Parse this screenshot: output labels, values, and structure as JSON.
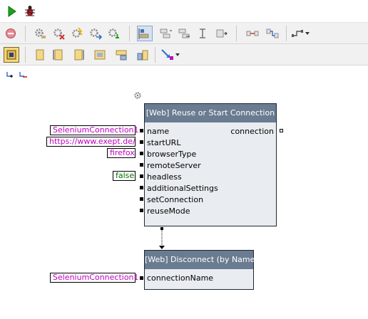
{
  "colors": {
    "block_title_bg": "#6a7c91",
    "block_body_bg": "#e9edf1",
    "string_value": "#c000c0",
    "boolean_value": "#007000"
  },
  "toolbar": {
    "row1": [
      "run-icon",
      "debug-icon"
    ],
    "row2": [
      "remove-icon",
      "gear-icon",
      "gear-delete-icon",
      "gear-run-icon",
      "gear-step-in-icon",
      "gear-step-over-icon",
      "align-left-icon",
      "align-center-icon",
      "align-right-icon",
      "align-top-icon",
      "align-bottom-icon",
      "distribute-h-icon",
      "distribute-v-icon",
      "connector-dropdown-icon"
    ],
    "row3": [
      "new-step-icon",
      "layout-1-icon",
      "layout-2-icon",
      "layout-3-icon",
      "layout-4-icon",
      "layout-5-icon",
      "layout-6-icon",
      "route-dropdown-icon"
    ]
  },
  "canvas": {
    "expand_label": "+",
    "collapse_label": "-"
  },
  "blocks": [
    {
      "title": "[Web] Reuse or Start Connection",
      "inputs": [
        "name",
        "startURL",
        "browserType",
        "remoteServer",
        "headless",
        "additionalSettings",
        "setConnection",
        "reuseMode"
      ],
      "outputs": [
        "connection"
      ]
    },
    {
      "title": "[Web] Disconnect (by Name)",
      "inputs": [
        "connectionName"
      ],
      "outputs": []
    }
  ],
  "constants": {
    "name": "SeleniumConnection1",
    "startURL": "https://www.exept.de/",
    "browserType": "firefox",
    "headless": "false",
    "connectionName": "SeleniumConnection1"
  }
}
